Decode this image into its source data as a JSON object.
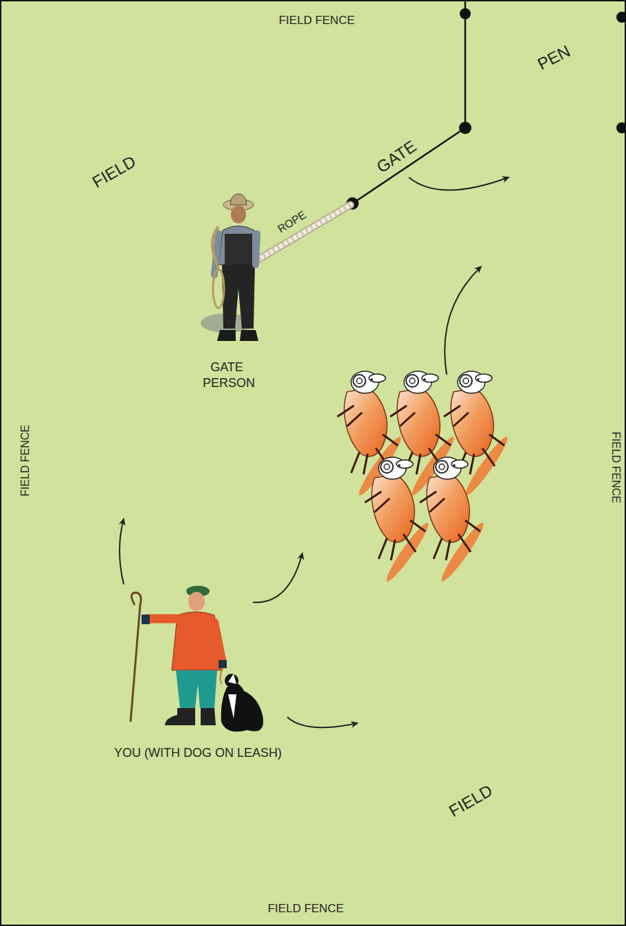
{
  "diagram": {
    "labels": [
      "FIELD FENCE",
      "PEN",
      "FIELD",
      "GATE",
      "ROPE",
      "GATE PERSON",
      "FIELD FENCE",
      "FIELD FENCE",
      "YOU (WITH DOG ON LEASH)",
      "FIELD",
      "FIELD FENCE"
    ]
  }
}
